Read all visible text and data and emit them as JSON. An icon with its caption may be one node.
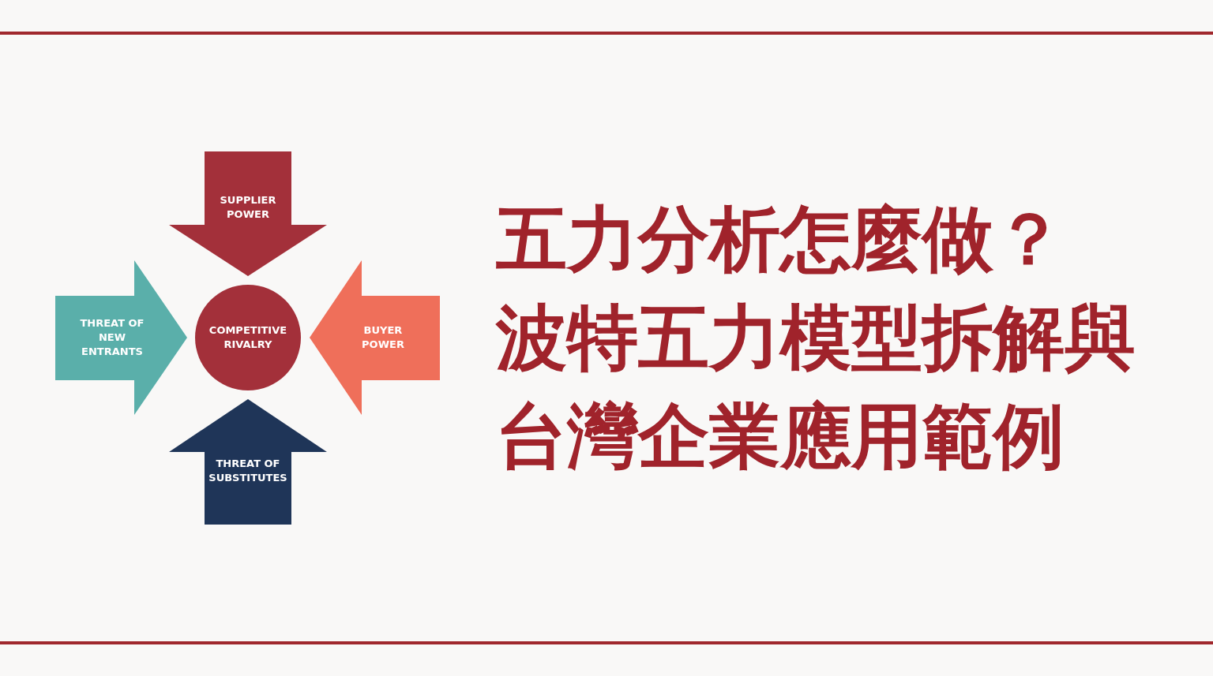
{
  "diagram": {
    "title": "五力分析怎麼做？",
    "nodes": [
      {
        "text": [
          "SUPPLIER POWER"
        ]
      },
      {
        "text": [
          "THREAT OF NEW ENTRANTS"
        ]
      },
      {
        "text": [
          "COMPETITIVE RIVALRY"
        ]
      },
      {
        "text": [
          "BUYER POWER"
        ]
      },
      {
        "text": [
          "THREAT OF SUBSTITUTES"
        ]
      }
    ],
    "labels": [
      "波特五力模型拆解與台灣企業應用範例"
    ]
  }
}
